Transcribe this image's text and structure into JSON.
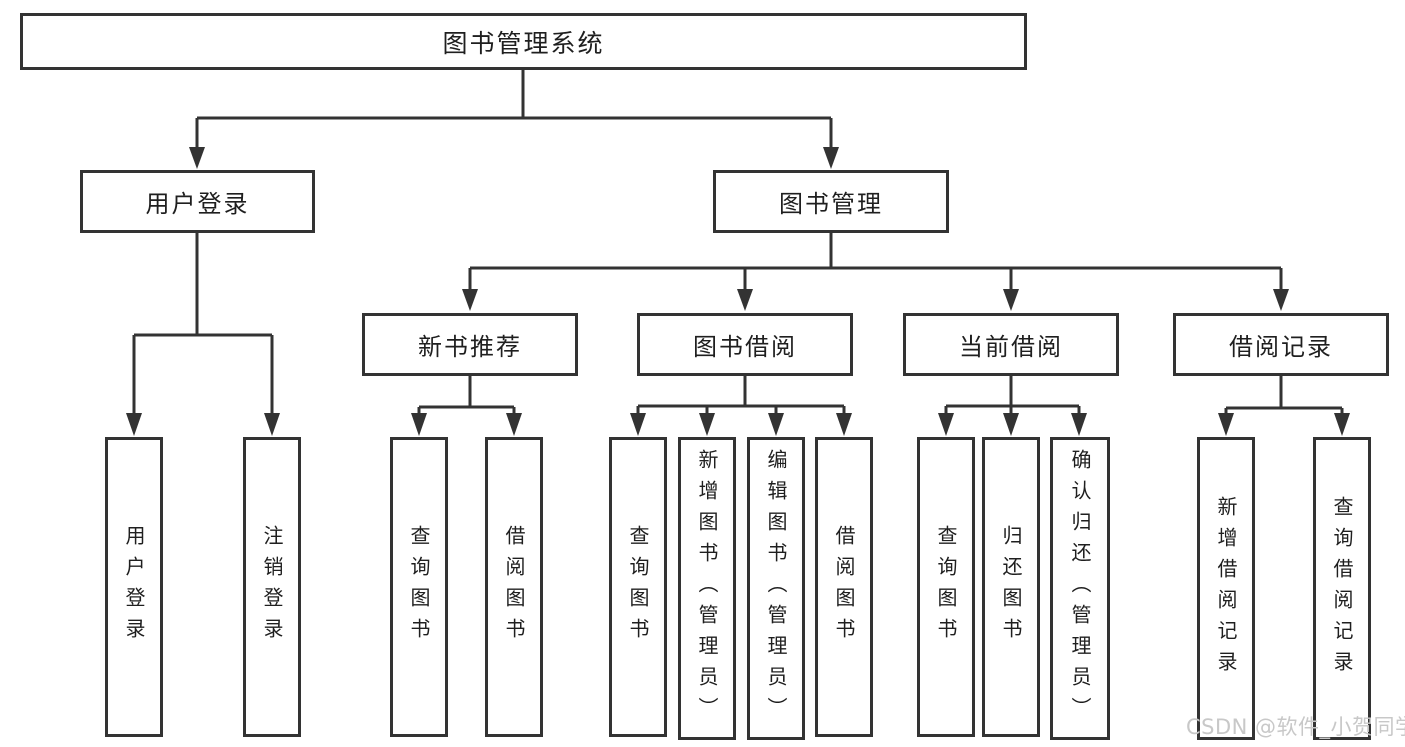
{
  "diagram_title": "图书管理系统",
  "tree": {
    "root": {
      "label": "图书管理系统"
    },
    "branches": [
      {
        "label": "用户登录",
        "leaves": [
          {
            "label": "用户登录"
          },
          {
            "label": "注销登录"
          }
        ]
      },
      {
        "label": "图书管理",
        "groups": [
          {
            "label": "新书推荐",
            "leaves": [
              {
                "label": "查询图书"
              },
              {
                "label": "借阅图书"
              }
            ]
          },
          {
            "label": "图书借阅",
            "leaves": [
              {
                "label": "查询图书"
              },
              {
                "label": "新增图书（管理员）"
              },
              {
                "label": "编辑图书（管理员）"
              },
              {
                "label": "借阅图书"
              }
            ]
          },
          {
            "label": "当前借阅",
            "leaves": [
              {
                "label": "查询图书"
              },
              {
                "label": "归还图书"
              },
              {
                "label": "确认归还（管理员）"
              }
            ]
          },
          {
            "label": "借阅记录",
            "leaves": [
              {
                "label": "新增借阅记录"
              },
              {
                "label": "查询借阅记录"
              }
            ]
          }
        ]
      }
    ]
  },
  "watermark": {
    "text": "CSDN @软件_小贺同学"
  },
  "colors": {
    "line": "#333333",
    "box_border": "#333333",
    "box_fill": "#ffffff",
    "text": "#1f1f1f",
    "watermark": "#c8c8c8",
    "background": "#ffffff"
  }
}
